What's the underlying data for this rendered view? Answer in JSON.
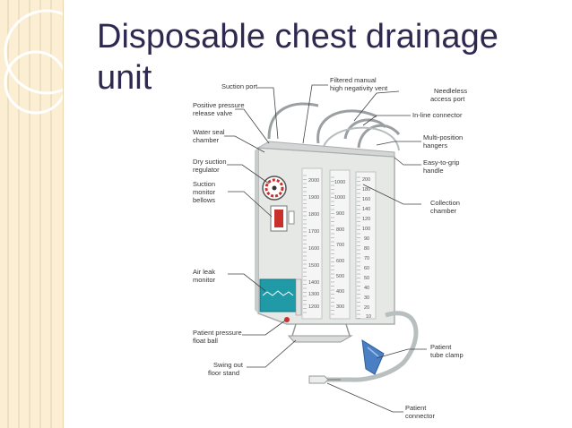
{
  "slide": {
    "title": "Disposable chest drainage unit"
  },
  "labels": {
    "suction_port": "Suction port",
    "filtered_vent_1": "Filtered manual",
    "filtered_vent_2": "high negativity vent",
    "positive_pressure_1": "Positive pressure",
    "positive_pressure_2": "release valve",
    "needleless_1": "Needleless",
    "needleless_2": "access port",
    "inline_connector": "In-line connector",
    "water_seal_1": "Water seal",
    "water_seal_2": "chamber",
    "hangers_1": "Multi-position",
    "hangers_2": "hangers",
    "dry_suction_1": "Dry suction",
    "dry_suction_2": "regulator",
    "handle_1": "Easy-to-grip",
    "handle_2": "handle",
    "bellows_1": "Suction",
    "bellows_2": "monitor",
    "bellows_3": "bellows",
    "collection_1": "Collection",
    "collection_2": "chamber",
    "air_leak_1": "Air leak",
    "air_leak_2": "monitor",
    "float_ball_1": "Patient pressure",
    "float_ball_2": "float ball",
    "floor_stand_1": "Swing out",
    "floor_stand_2": "floor stand",
    "tube_clamp_1": "Patient",
    "tube_clamp_2": "tube clamp",
    "patient_connector_1": "Patient",
    "patient_connector_2": "connector"
  },
  "scales": {
    "left": [
      "2000",
      "1900",
      "1800",
      "1700",
      "1600",
      "1500",
      "1400",
      "1300",
      "1200"
    ],
    "middle": [
      "1000",
      "1000",
      "900",
      "800",
      "700",
      "600",
      "500",
      "400",
      "300"
    ],
    "right": [
      "200",
      "180",
      "160",
      "140",
      "120",
      "100",
      "90",
      "80",
      "70",
      "60",
      "50",
      "40",
      "30",
      "20",
      "10"
    ]
  },
  "colors": {
    "title": "#2f2950",
    "sidebar": "#fbeed3",
    "unit_body": "#e6e8e6",
    "air_leak": "#1f9aa6",
    "bellows": "#c9302c",
    "clamp": "#4a7fc4"
  }
}
